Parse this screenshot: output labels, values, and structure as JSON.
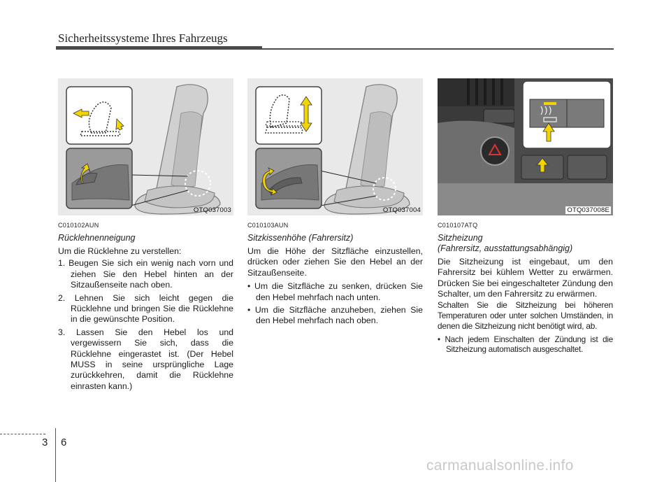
{
  "header": {
    "title": "Sicherheitssysteme Ihres Fahrzeugs"
  },
  "sections": [
    {
      "figure_id": "OTQ037003",
      "code": "C010102AUN",
      "heading": "Rücklehnenneigung",
      "intro": "Um die Rücklehne zu verstellen:",
      "steps": [
        "1. Beugen Sie sich ein wenig nach vorn und ziehen Sie den Hebel hinten an der Sitzaußenseite nach oben.",
        "2. Lehnen Sie sich leicht gegen die Rücklehne und bringen Sie die Rücklehne in die gewünschte Position.",
        "3. Lassen Sie den Hebel los und vergewissern Sie sich, dass die Rücklehne eingerastet ist. (Der Hebel MUSS in seine ursprüngliche Lage zurückkehren, damit die Rücklehne einrasten kann.)"
      ]
    },
    {
      "figure_id": "OTQ037004",
      "code": "C010103AUN",
      "heading": "Sitzkissenhöhe (Fahrersitz)",
      "intro": "Um die Höhe der Sitzfläche einzustellen, drücken oder ziehen Sie den Hebel an der Sitzaußenseite.",
      "bullets": [
        "• Um die Sitzfläche zu senken, drücken Sie den Hebel mehrfach nach unten.",
        "• Um die Sitzfläche anzuheben, ziehen Sie den Hebel mehrfach nach oben."
      ]
    },
    {
      "figure_id": "OTQ037008E",
      "code": "C010107ATQ",
      "heading_line1": "Sitzheizung",
      "heading_line2": "(Fahrersitz, ausstattungsabhängig)",
      "body1": "Die Sitzheizung ist eingebaut, um den Fahrersitz bei kühlem Wetter zu erwärmen. Drücken Sie bei eingeschalteter Zündung den Schalter, um den Fahrersitz zu erwärmen.",
      "body2": "Schalten Sie die Sitzheizung bei höheren Temperaturen oder unter solchen Umständen, in denen die Sitzheizung nicht benötigt wird, ab.",
      "bullets": [
        "• Nach jedem Einschalten der Zündung ist die Sitzheizung automatisch ausgeschaltet."
      ]
    }
  ],
  "page": {
    "chapter": "3",
    "number": "6"
  },
  "watermark": "carmanualsonline.info",
  "colors": {
    "rule": "#4a4a4a",
    "arrow_yellow": "#f2d500",
    "panel_dark": "#2a2a2a"
  }
}
